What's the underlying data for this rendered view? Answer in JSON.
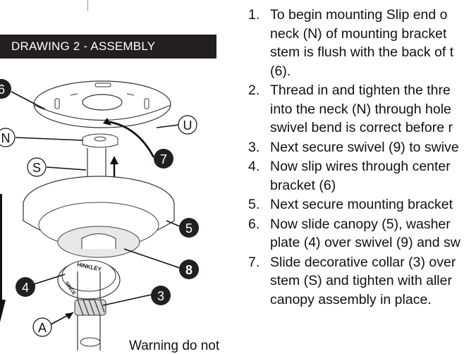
{
  "title": "DRAWING 2 - ASSEMBLY",
  "steps": [
    {
      "num": "1.",
      "lines": [
        "To begin mounting Slip end o",
        "neck (N) of mounting bracket",
        "stem is flush with the back of t",
        "(6)."
      ]
    },
    {
      "num": "2.",
      "lines": [
        "Thread in and tighten the thre",
        "into the neck (N) through hole",
        "swivel bend is correct before r"
      ]
    },
    {
      "num": "3.",
      "lines": [
        "Next secure swivel (9) to swive"
      ]
    },
    {
      "num": "4.",
      "lines": [
        "Now slip wires through center",
        "bracket (6)"
      ]
    },
    {
      "num": "5.",
      "lines": [
        "Next secure mounting bracket"
      ]
    },
    {
      "num": "6.",
      "lines": [
        "Now slide canopy (5),  washer",
        "plate (4) over swivel (9) and sw"
      ]
    },
    {
      "num": "7.",
      "lines": [
        "Slide decorative collar (3) over",
        "stem (S) and tighten with aller",
        "canopy assembly in place."
      ]
    }
  ],
  "warning": "Warning do not",
  "callouts": {
    "c6": "6",
    "cN": "N",
    "cS": "S",
    "cU": "U",
    "c7": "7",
    "c5": "5",
    "c8": "8",
    "c4": "4",
    "c3": "3",
    "cA": "A"
  },
  "collar_text": {
    "brand": "HINKLEY",
    "since": "SINCE"
  }
}
